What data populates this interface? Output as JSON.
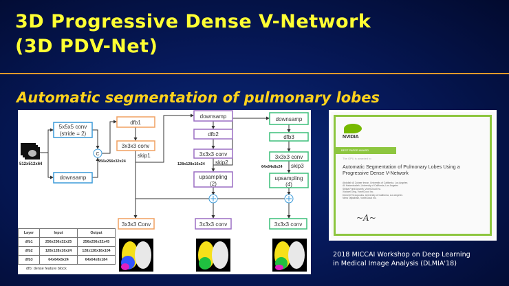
{
  "slide": {
    "title_line1": "3D Progressive Dense V-Network",
    "title_line2": "(3D PDV-Net)",
    "subtitle": "Automatic segmentation of pulmonary lobes",
    "accent_color": "#ffff33",
    "rule_color": "#e29a2a"
  },
  "diagram": {
    "input_label": "512x512x64",
    "conv5_line1": "5x5x5 conv",
    "conv5_line2": "(stride = 2)",
    "downsamp0": "downsamp",
    "concat": "C",
    "size1": "256x256x32x24",
    "dfb1": "dfb1",
    "conv1": "3x3x3 conv",
    "skip1": "skip1",
    "downsamp2": "downsamp",
    "dfb2": "dfb2",
    "conv2": "3x3x3 conv",
    "size2": "128x128x16x24",
    "skip2": "skip2",
    "up2_line1": "upsampling",
    "up2_line2": "(2)",
    "downsamp3": "downsamp",
    "dfb3": "dfb3",
    "conv3": "3x3x3 conv",
    "size3": "64x64x8x24",
    "skip3": "skip3",
    "up3_line1": "upsampling",
    "up3_line2": "(4)",
    "out_conv1": "3x3x3 Conv",
    "out_conv2": "3x3x3 conv",
    "out_conv3": "3x3x3 conv",
    "colors": {
      "blue": "#3a9ad9",
      "orange": "#f0a060",
      "purple": "#9b6fc4",
      "green": "#3cbf7a"
    }
  },
  "table": {
    "headers": [
      "Layer",
      "Input",
      "Output"
    ],
    "rows": [
      [
        "dfb1",
        "256x256x32x25",
        "256x256x32x45"
      ],
      [
        "dfb2",
        "128x128x16x24",
        "128x128x16x104"
      ],
      [
        "dfb3",
        "64x64x8x24",
        "64x64x8x184"
      ]
    ],
    "note": "dfb: dense feature block"
  },
  "certificate": {
    "brand": "NVIDIA",
    "award": "BEST PAPER AWARD",
    "awarded_to": "The GPU is awarded to",
    "paper_title": "Automatic Segmentation of Pulmonary Lobes Using a Progressive Dense V-Network",
    "authors": [
      "Abdullah Al Zubaer Imran, University of California, Los Angeles",
      "Ali Hatamizadeh, University of California, Los Angeles",
      "Shilpa Pundi Ananth, VoxelCloud Inc.",
      "Xiaowei Ding, VoxelCloud Inc.",
      "Demetri Terzopoulos, University of California, Los Angeles",
      "Nima Tajbakhsh, VoxelCloud Inc."
    ]
  },
  "caption": {
    "line1": "2018 MICCAI Workshop on Deep Learning",
    "line2": "in Medical Image Analysis (DLMIA'18)"
  }
}
